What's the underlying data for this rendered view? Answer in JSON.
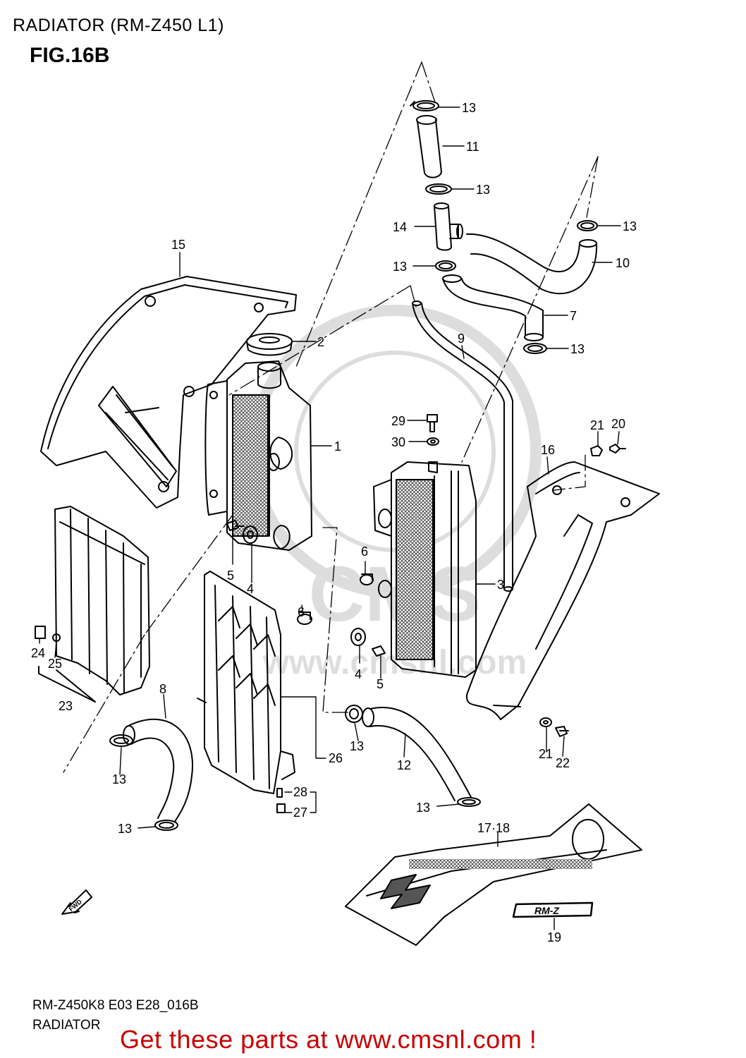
{
  "header": {
    "title": "RADIATOR (RM-Z450 L1)",
    "figure": "FIG.16B"
  },
  "footer": {
    "model_code": "RM-Z450K8 E03 E28_016B",
    "section_name": "RADIATOR"
  },
  "promo": {
    "text": "Get these parts at www.cmsnl.com !",
    "color": "#c80000"
  },
  "watermark": {
    "logo_text": "CMS",
    "url_text": "www.cmsnl.com"
  },
  "diagram": {
    "direction_marker": "FWD",
    "decal_text": "RM-Z",
    "callouts": [
      {
        "id": "c13a",
        "label": "13"
      },
      {
        "id": "c11",
        "label": "11"
      },
      {
        "id": "c13b",
        "label": "13"
      },
      {
        "id": "c14",
        "label": "14"
      },
      {
        "id": "c13c",
        "label": "13"
      },
      {
        "id": "c13d",
        "label": "13"
      },
      {
        "id": "c10",
        "label": "10"
      },
      {
        "id": "c7",
        "label": "7"
      },
      {
        "id": "c13e",
        "label": "13"
      },
      {
        "id": "c15",
        "label": "15"
      },
      {
        "id": "c2",
        "label": "2"
      },
      {
        "id": "c9",
        "label": "9"
      },
      {
        "id": "c29",
        "label": "29"
      },
      {
        "id": "c30",
        "label": "30"
      },
      {
        "id": "c21a",
        "label": "21"
      },
      {
        "id": "c20",
        "label": "20"
      },
      {
        "id": "c16",
        "label": "16"
      },
      {
        "id": "c1",
        "label": "1"
      },
      {
        "id": "c5a",
        "label": "5"
      },
      {
        "id": "c4a",
        "label": "4"
      },
      {
        "id": "c6a",
        "label": "6"
      },
      {
        "id": "c6b",
        "label": "6"
      },
      {
        "id": "c3",
        "label": "3"
      },
      {
        "id": "c4b",
        "label": "4"
      },
      {
        "id": "c5b",
        "label": "5"
      },
      {
        "id": "c24",
        "label": "24"
      },
      {
        "id": "c25",
        "label": "25"
      },
      {
        "id": "c23",
        "label": "23"
      },
      {
        "id": "c8",
        "label": "8"
      },
      {
        "id": "c13f",
        "label": "13"
      },
      {
        "id": "c26",
        "label": "26"
      },
      {
        "id": "c13g",
        "label": "13"
      },
      {
        "id": "c12",
        "label": "12"
      },
      {
        "id": "c21b",
        "label": "21"
      },
      {
        "id": "c22",
        "label": "22"
      },
      {
        "id": "c28",
        "label": "28"
      },
      {
        "id": "c27",
        "label": "27"
      },
      {
        "id": "c13h",
        "label": "13"
      },
      {
        "id": "c13i",
        "label": "13"
      },
      {
        "id": "c1718",
        "label": "17·18"
      },
      {
        "id": "c19",
        "label": "19"
      }
    ]
  }
}
